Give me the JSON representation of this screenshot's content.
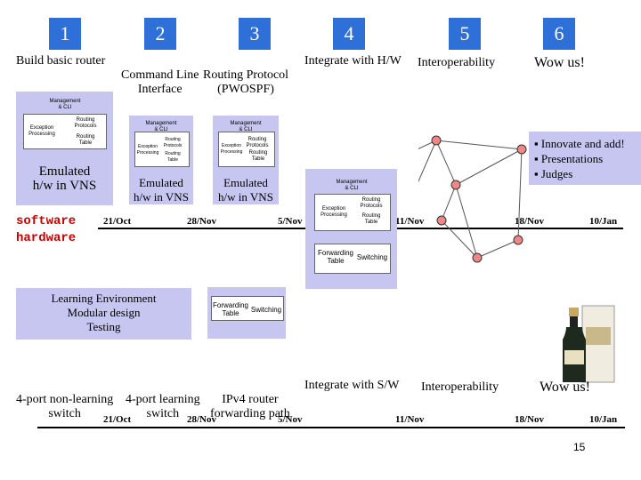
{
  "top_row": {
    "stages": [
      {
        "num": "1",
        "label": "Build basic router"
      },
      {
        "num": "2",
        "label": "Command Line\nInterface"
      },
      {
        "num": "3",
        "label": "Routing Protocol\n(PWOSPF)"
      },
      {
        "num": "4",
        "label": "Integrate with H/W"
      },
      {
        "num": "5",
        "label": "Interoperability"
      },
      {
        "num": "6",
        "label": "Wow us!"
      }
    ],
    "dates": [
      "21/Oct",
      "28/Nov",
      "5/Nov",
      "11/Nov",
      "18/Nov",
      "10/Jan"
    ]
  },
  "blocks": {
    "management_ctl": "Management\n& CLI",
    "routing_protocols": "Routing\nProtocols",
    "exception_processing": "Exception\nProcessing",
    "routing_table": "Routing\nTable",
    "forwarding_table": "Forwarding\nTable",
    "switching": "Switching",
    "emulated_label": "Emulated\nh/w in VNS",
    "emulated_label_small": "Emulated\nh/w in VNS"
  },
  "software_label": "software",
  "hardware_label": "hardware",
  "bullets": [
    "Innovate and add!",
    "Presentations",
    "Judges"
  ],
  "learning_env": "Learning Environment\nModular design\nTesting",
  "bottom_row": {
    "stages": [
      "4-port non-learning\nswitch",
      "4-port learning\nswitch",
      "IPv4 router\nforwarding path",
      "Integrate with S/W",
      "Interoperability",
      "Wow us!"
    ],
    "dates": [
      "21/Oct",
      "28/Nov",
      "5/Nov",
      "11/Nov",
      "18/Nov",
      "10/Jan"
    ]
  },
  "page_number": "15",
  "colors": {
    "badge": "#2f6fd8",
    "lavender": "#c6c6f0",
    "green": "#4a8a1a",
    "software_text": "#cc0000",
    "node": "#ee8888"
  }
}
